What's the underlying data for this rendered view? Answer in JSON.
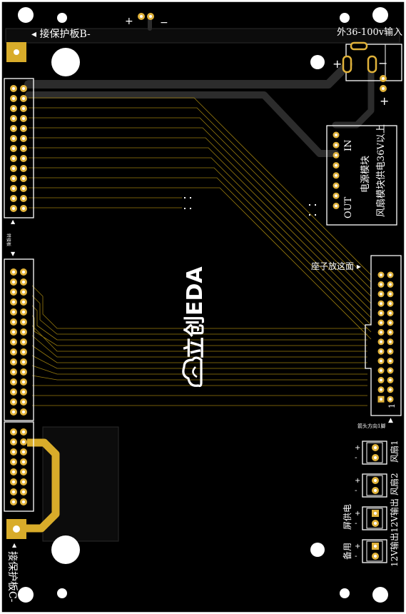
{
  "labels": {
    "protect_b": "◂ 接保护板B-",
    "protect_c": "接保护板C-",
    "power_in": "外36-100v输入",
    "plus": "+",
    "minus": "−",
    "module_in": "IN",
    "module_out": "OUT",
    "module_name": "电源模块",
    "module_note": "风扇模块供电36V以上",
    "socket_side": "座子放这面 ▸",
    "arrow_pin1": "箭头方向1脚",
    "pin1": "1",
    "narrow_mark": "转接板",
    "fan1": "风扇1",
    "fan2": "风扇2",
    "out12v_a": "12V输出",
    "out12v_b": "12V输出",
    "screen_power": "屏供电",
    "spare": "备用",
    "logo": "立创EDA"
  },
  "colors": {
    "board": "#000000",
    "outline": "#ffffff",
    "trace": "#a88a12",
    "trace_dark": "#1e1e1e",
    "copper": "#d8ac2a",
    "pad": "#e0b23a",
    "pad_hole": "#ffffff",
    "silk": "#ffffff"
  }
}
